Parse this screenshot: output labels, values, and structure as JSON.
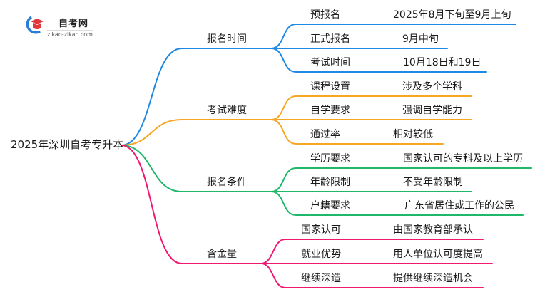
{
  "logo": {
    "title": "自考网",
    "subtitle": "zikao-zikao.com"
  },
  "mindmap": {
    "root": "2025年深圳自考专升本",
    "colors": {
      "branch_0": "#1e88e5",
      "branch_1": "#f5a623",
      "branch_2": "#1db86a",
      "branch_3": "#f0196f"
    },
    "branches": [
      {
        "label": "报名时间",
        "color": "#1e88e5",
        "children": [
          {
            "label": "预报名",
            "value": "2025年8月下旬至9月上旬"
          },
          {
            "label": "正式报名",
            "value": "9月中旬"
          },
          {
            "label": "考试时间",
            "value": "10月18日和19日"
          }
        ]
      },
      {
        "label": "考试难度",
        "color": "#f5a623",
        "children": [
          {
            "label": "课程设置",
            "value": "涉及多个学科"
          },
          {
            "label": "自学要求",
            "value": "强调自学能力"
          },
          {
            "label": "通过率",
            "value": "相对较低"
          }
        ]
      },
      {
        "label": "报名条件",
        "color": "#1db86a",
        "children": [
          {
            "label": "学历要求",
            "value": "国家认可的专科及以上学历"
          },
          {
            "label": "年龄限制",
            "value": "不受年龄限制"
          },
          {
            "label": "户籍要求",
            "value": "广东省居住或工作的公民"
          }
        ]
      },
      {
        "label": "含金量",
        "color": "#f0196f",
        "children": [
          {
            "label": "国家认可",
            "value": "由国家教育部承认"
          },
          {
            "label": "就业优势",
            "value": "用人单位认可度提高"
          },
          {
            "label": "继续深造",
            "value": "提供继续深造机会"
          }
        ]
      }
    ]
  }
}
